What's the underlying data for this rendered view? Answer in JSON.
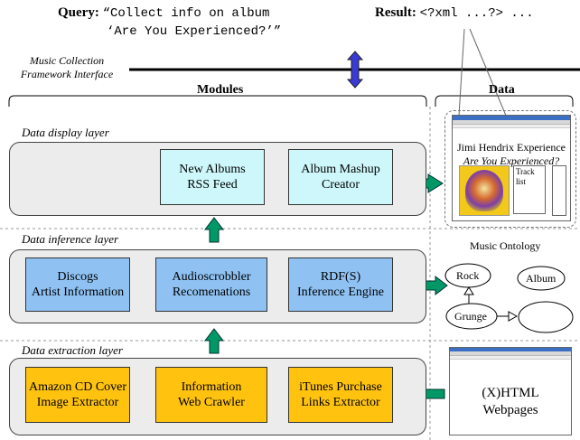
{
  "query": {
    "label": "Query:",
    "text_line1": "“Collect info on album",
    "text_line2": "‘Are You Experienced?’”"
  },
  "result": {
    "label": "Result:",
    "text": "<?xml ...?> ..."
  },
  "framework": {
    "line1": "Music Collection",
    "line2": "Framework Interface"
  },
  "headings": {
    "modules": "Modules",
    "data": "Data"
  },
  "layers": {
    "display": {
      "label": "Data display layer",
      "boxes": [
        {
          "line1": "New Albums",
          "line2": "RSS Feed"
        },
        {
          "line1": "Album  Mashup",
          "line2": "Creator"
        }
      ]
    },
    "inference": {
      "label": "Data inference layer",
      "boxes": [
        {
          "line1": "Discogs",
          "line2": "Artist Information"
        },
        {
          "line1": "Audioscrobbler",
          "line2": "Recomenations"
        },
        {
          "line1": "RDF(S)",
          "line2": "Inference Engine"
        }
      ]
    },
    "extraction": {
      "label": "Data extraction layer",
      "boxes": [
        {
          "line1": "Amazon CD Cover",
          "line2": "Image Extractor"
        },
        {
          "line1": "Information",
          "line2": "Web Crawler"
        },
        {
          "line1": "iTunes Purchase",
          "line2": "Links Extractor"
        }
      ]
    }
  },
  "mashup": {
    "title": "Jimi Hendrix Experience",
    "album": "Are You Experienced?",
    "track_line1": "Track",
    "track_line2": "list"
  },
  "ontology": {
    "title": "Music Ontology",
    "nodes": [
      "Rock",
      "Album",
      "Grunge"
    ]
  },
  "webpages": {
    "line1": "(X)HTML",
    "line2": "Webpages"
  },
  "colors": {
    "cyan": "#cdf7fb",
    "blue": "#8fc2f3",
    "gold": "#ffc30f",
    "arrow": "#009966",
    "vertical_arrow": "#3333cc"
  }
}
